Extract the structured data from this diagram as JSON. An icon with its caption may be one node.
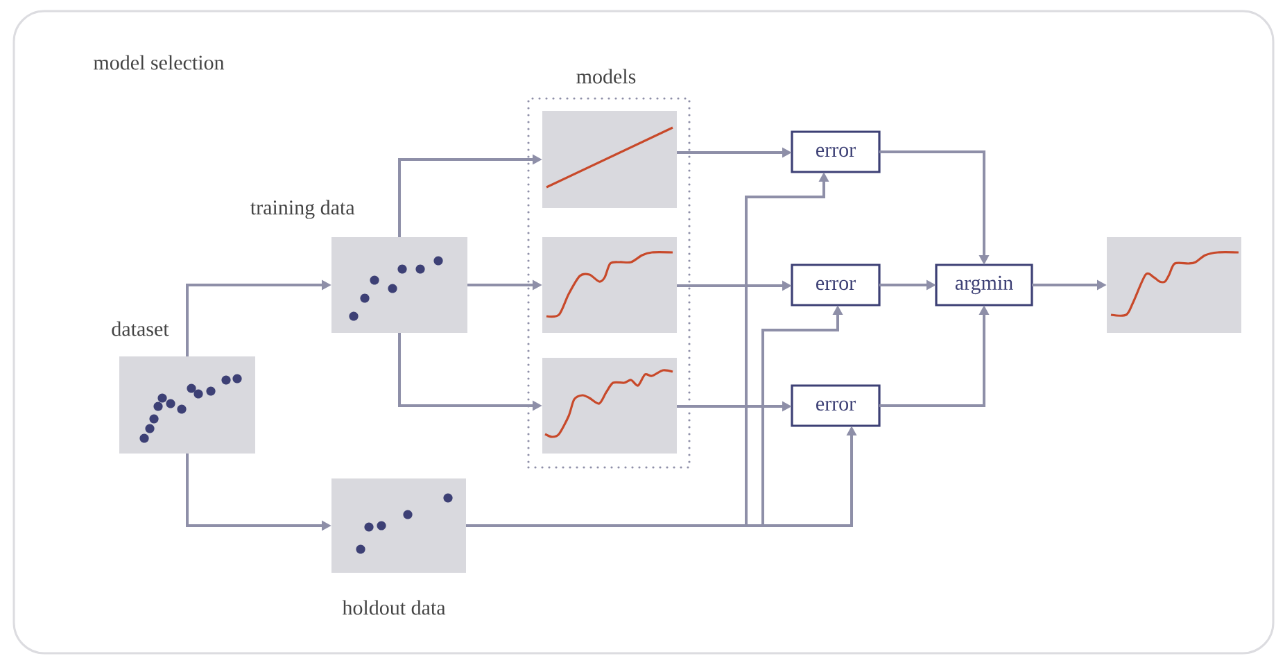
{
  "diagram": {
    "nodes": [
      {
        "text": [
          "model selection"
        ]
      },
      {
        "text": [
          "dataset"
        ],
        "in": 0
      },
      {
        "text": [
          "training data"
        ],
        "in": 0
      },
      {
        "text": [
          "holdout data"
        ],
        "in": 0
      },
      {
        "text": [
          "models"
        ],
        "in": 0
      },
      {
        "text": [],
        "shape": "picture",
        "in": 4
      },
      {
        "text": [],
        "shape": "picture",
        "in": 4
      },
      {
        "text": [],
        "shape": "picture",
        "in": 4
      },
      {
        "text": [
          "error"
        ],
        "in": 0
      },
      {
        "text": [
          "error"
        ],
        "in": 0
      },
      {
        "text": [
          "error"
        ],
        "in": 0
      },
      {
        "text": [
          "argmin"
        ],
        "in": 0
      },
      {
        "text": [],
        "shape": "picture",
        "in": 0
      }
    ],
    "edges": [
      {
        "from": 1,
        "to": 2,
        "arrow": "to"
      },
      {
        "from": 1,
        "to": 3,
        "arrow": "to"
      },
      {
        "from": 2,
        "to": 5,
        "arrow": "to"
      },
      {
        "from": 2,
        "to": 6,
        "arrow": "to"
      },
      {
        "from": 2,
        "to": 7,
        "arrow": "to"
      },
      {
        "from": 5,
        "to": 8,
        "arrow": "to"
      },
      {
        "from": 6,
        "to": 9,
        "arrow": "to"
      },
      {
        "from": 7,
        "to": 10,
        "arrow": "to"
      },
      {
        "from": 3,
        "to": 8,
        "arrow": "to"
      },
      {
        "from": 3,
        "to": 9,
        "arrow": "to"
      },
      {
        "from": 3,
        "to": 10,
        "arrow": "to"
      },
      {
        "from": 8,
        "to": 11,
        "arrow": "to"
      },
      {
        "from": 9,
        "to": 11,
        "arrow": "to"
      },
      {
        "from": 10,
        "to": 11,
        "arrow": "to"
      },
      {
        "from": 11,
        "to": 12,
        "arrow": "to"
      }
    ]
  }
}
